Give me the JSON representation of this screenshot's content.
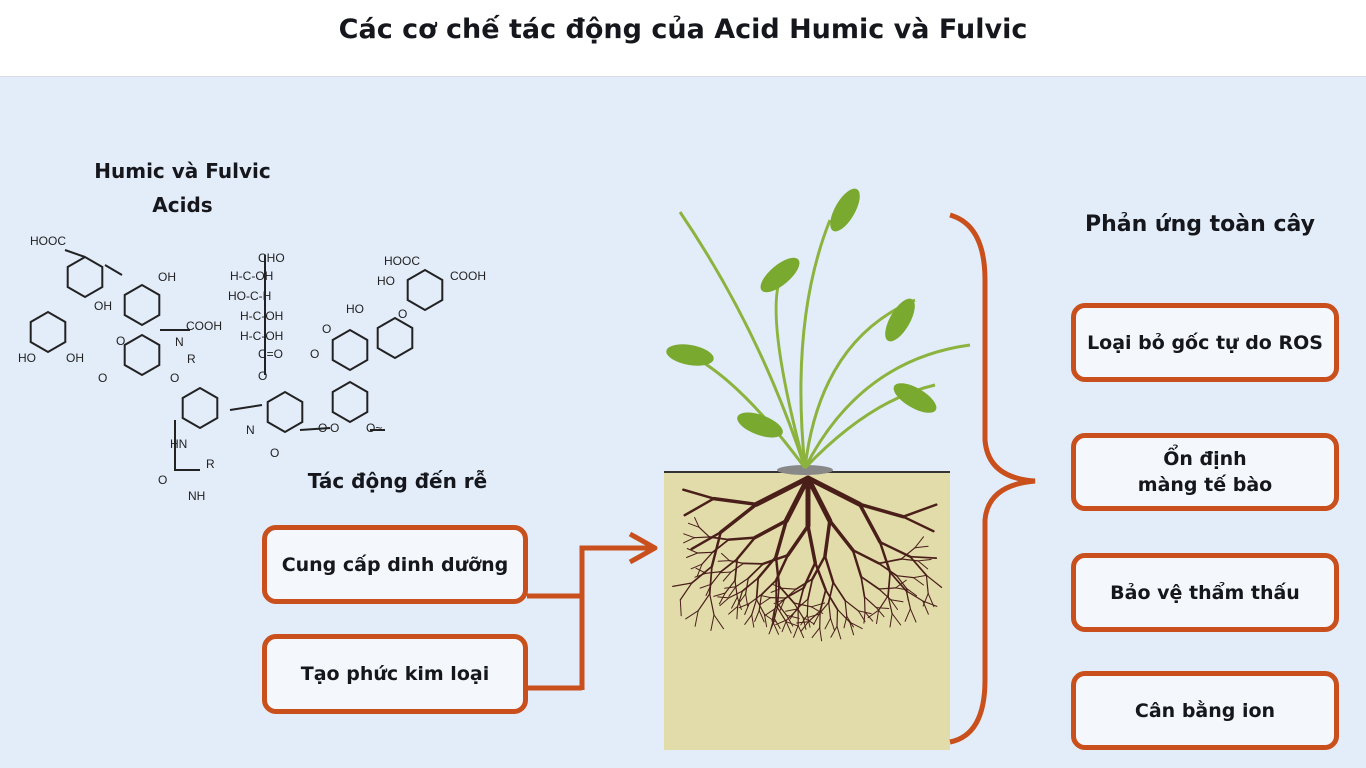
{
  "title": "Các cơ chế tác động của Acid Humic và Fulvic",
  "left": {
    "molecule_title_line1": "Humic và Fulvic",
    "molecule_title_line2": "Acids",
    "molecule_labels": [
      "HOOC",
      "OH",
      "OH",
      "HO",
      "OH",
      "COOH",
      "R",
      "O",
      "O",
      "N",
      "O",
      "CHO",
      "H-C-OH",
      "HO-C-H",
      "H-C-OH",
      "H-C-OH",
      "C=O",
      "O",
      "HN",
      "R",
      "O",
      "NH",
      "N",
      "O",
      "O",
      "HOOC",
      "COOH",
      "HO",
      "HO",
      "O",
      "O",
      "O",
      "O",
      "O~"
    ],
    "root_effects_title": "Tác động đến rễ",
    "root_effects": [
      "Cung cấp dinh dưỡng",
      "Tạo phức kim loại"
    ]
  },
  "right": {
    "title": "Phản ứng toàn cây",
    "responses": [
      "Loại bỏ gốc tự do ROS",
      "Ổn định\nmàng tế bào",
      "Bảo vệ thẩm thấu",
      "Cân bằng ion"
    ]
  },
  "colors": {
    "accent": "#c9501c",
    "background": "#e3ecf9",
    "soil": "#e2dcab",
    "leaf": "#79a92e",
    "root": "#4a1f1a"
  }
}
